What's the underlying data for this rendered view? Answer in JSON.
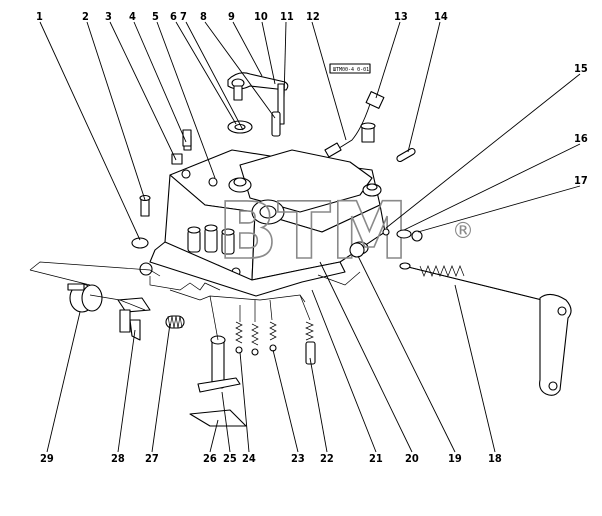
{
  "diagram": {
    "watermark": "BTM",
    "watermark_mark": "®",
    "part_tag": "ШТМ00-4 0-01",
    "callouts": [
      "1",
      "2",
      "3",
      "4",
      "5",
      "6",
      "7",
      "8",
      "9",
      "10",
      "11",
      "12",
      "13",
      "14",
      "15",
      "16",
      "17",
      "18",
      "19",
      "20",
      "21",
      "22",
      "23",
      "24",
      "25",
      "26",
      "27",
      "28",
      "29"
    ]
  }
}
